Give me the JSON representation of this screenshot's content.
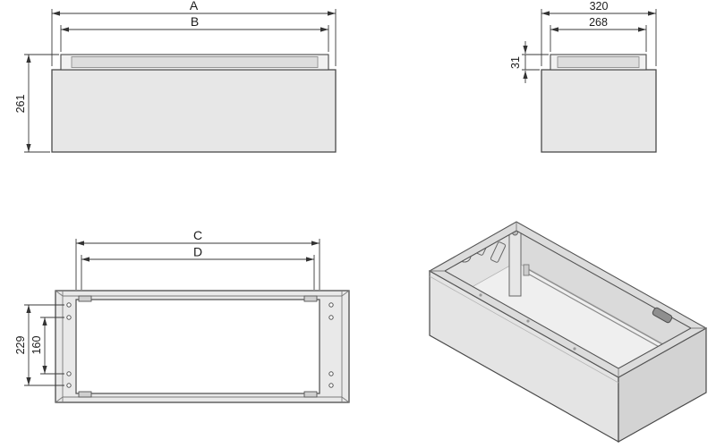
{
  "drawing": {
    "views": {
      "front": {
        "label_a": "A",
        "label_b": "B",
        "height": "261"
      },
      "side": {
        "width": "320",
        "inner_width": "268",
        "rail_height": "31"
      },
      "plan": {
        "label_c": "C",
        "label_d": "D",
        "hole_span_outer": "229",
        "hole_span_inner": "160"
      }
    },
    "colors": {
      "background": "#ffffff",
      "part_fill": "#e7e7e7",
      "part_fill_light": "#f1f1f1",
      "rim_fill": "#dcdcdc",
      "outline": "#4a4a4a",
      "dimension_line": "#3a3a3a"
    }
  }
}
